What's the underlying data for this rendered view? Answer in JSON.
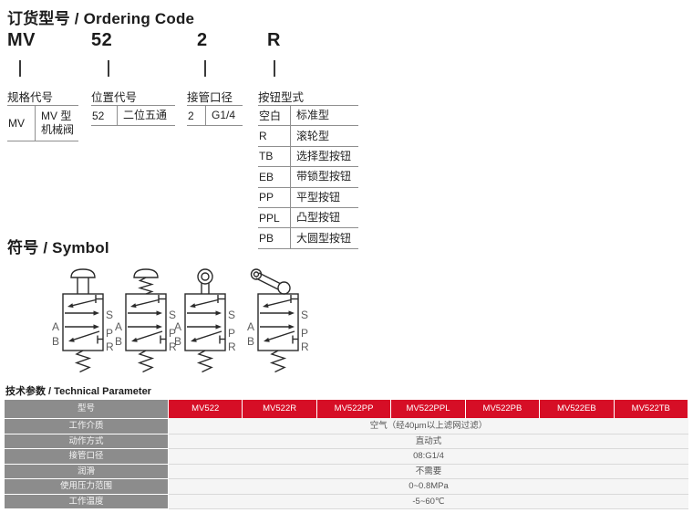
{
  "colors": {
    "accent_red": "#d60e26",
    "label_gray": "#8c8c8c",
    "line_gray": "#8f8f8f"
  },
  "ordering": {
    "title": "订货型号 / Ordering Code",
    "parts": [
      {
        "code": "MV",
        "label": "规格代号",
        "rows": [
          {
            "k": "MV",
            "v": "MV 型 机械阀"
          }
        ]
      },
      {
        "code": "52",
        "label": "位置代号",
        "rows": [
          {
            "k": "52",
            "v": "二位五通"
          }
        ]
      },
      {
        "code": "2",
        "label": "接管口径",
        "rows": [
          {
            "k": "2",
            "v": "G1/4"
          }
        ]
      },
      {
        "code": "R",
        "label": "按钮型式",
        "rows": [
          {
            "k": "空白",
            "v": "标准型"
          },
          {
            "k": "R",
            "v": "滚轮型"
          },
          {
            "k": "TB",
            "v": "选择型按钮"
          },
          {
            "k": "EB",
            "v": "带锁型按钮"
          },
          {
            "k": "PP",
            "v": "平型按钮"
          },
          {
            "k": "PPL",
            "v": "凸型按钮"
          },
          {
            "k": "PB",
            "v": "大圆型按钮"
          }
        ]
      }
    ]
  },
  "symbols": {
    "title": "符号 / Symbol",
    "ports": {
      "a": "A",
      "b": "B",
      "s": "S",
      "p": "P",
      "r": "R"
    }
  },
  "tech": {
    "title": "技术参数 / Technical Parameter",
    "model_header": "型号",
    "models": [
      "MV522",
      "MV522R",
      "MV522PP",
      "MV522PPL",
      "MV522PB",
      "MV522EB",
      "MV522TB"
    ],
    "rows": [
      {
        "label": "工作介质",
        "value": "空气（经40μm以上滤网过滤）"
      },
      {
        "label": "动作方式",
        "value": "直动式"
      },
      {
        "label": "接管口径",
        "value": "08:G1/4"
      },
      {
        "label": "润滑",
        "value": "不需要"
      },
      {
        "label": "使用压力范围",
        "value": "0~0.8MPa"
      },
      {
        "label": "工作温度",
        "value": "-5~60℃"
      }
    ]
  }
}
